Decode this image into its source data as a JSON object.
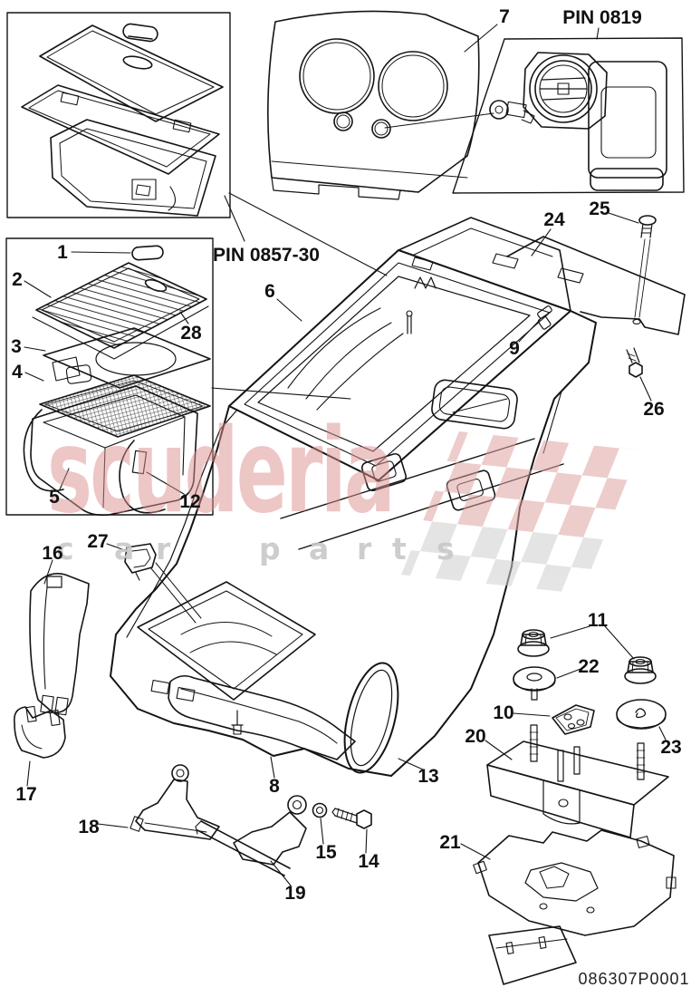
{
  "diagram": {
    "pin_labels": {
      "pin_top_right": "PIN 0819",
      "pin_armrest": "PIN 0857-30"
    },
    "part_number": "086307P0001",
    "callouts": {
      "n1": "1",
      "n2": "2",
      "n3": "3",
      "n4": "4",
      "n5": "5",
      "n6": "6",
      "n7": "7",
      "n8": "8",
      "n9": "9",
      "n10": "10",
      "n11": "11",
      "n12": "12",
      "n13": "13",
      "n14": "14",
      "n15": "15",
      "n16": "16",
      "n17": "17",
      "n18": "18",
      "n19": "19",
      "n20": "20",
      "n21": "21",
      "n22": "22",
      "n23": "23",
      "n24": "24",
      "n25": "25",
      "n26": "26",
      "n27": "27",
      "n28": "28"
    },
    "watermark": {
      "brand": "scuderia",
      "tagline_letters": "carparts",
      "brand_color": "#dd8f8f",
      "flag_pink": "#e0a3a3",
      "flag_gray": "#cfcfcf",
      "tagline_color": "#c8c8c8"
    },
    "colors": {
      "ink": "#141414",
      "background": "#ffffff"
    }
  }
}
